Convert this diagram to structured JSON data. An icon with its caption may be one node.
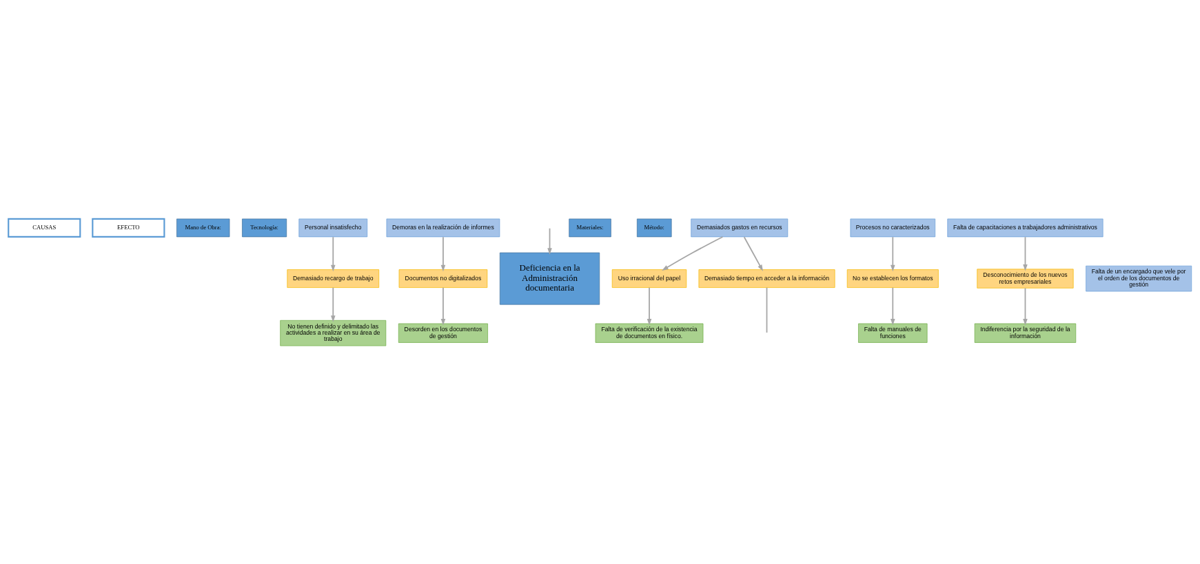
{
  "diagram": {
    "nodes": [
      {
        "text": [
          "CAUSAS"
        ]
      },
      {
        "text": [
          "EFECTO"
        ]
      },
      {
        "text": [
          "Mano de Obra:"
        ]
      },
      {
        "text": [
          "Tecnología:"
        ]
      },
      {
        "text": [
          "Personal insatisfecho"
        ]
      },
      {
        "text": [
          "Demoras en la realización de informes"
        ]
      },
      {
        "text": [
          "Demasiado recargo de trabajo"
        ]
      },
      {
        "text": [
          "Documentos no digitalizados"
        ]
      },
      {
        "text": [
          "No tienen definido y delimitado las actividades a realizar en su área de trabajo"
        ]
      },
      {
        "text": [
          "Desorden en los documentos de gestión"
        ]
      },
      {
        "text": [
          "Deficiencia en la Administración documentaria"
        ]
      },
      {
        "text": [
          "Materiales:"
        ]
      },
      {
        "text": [
          "Método:"
        ]
      },
      {
        "text": [
          "Demasiados gastos en recursos"
        ]
      },
      {
        "text": [
          "Procesos no caracterizados"
        ]
      },
      {
        "text": [
          "Falta de capacitaciones a trabajadores administrativos"
        ]
      },
      {
        "text": [
          "Uso irracional del papel"
        ]
      },
      {
        "text": [
          "No se establecen los formatos"
        ]
      },
      {
        "text": [
          "Desconocimiento de los nuevos retos empresariales"
        ]
      },
      {
        "text": [
          "Falta de verificación de la existencia de documentos en físico."
        ]
      },
      {
        "text": [
          "Falta de manuales de funciones"
        ]
      },
      {
        "text": [
          "Indiferencia por la seguridad de la información"
        ]
      },
      {
        "text": [
          "Demasiado tiempo en acceder a la información"
        ]
      },
      {
        "text": [
          "Falta de un encargado que vele por el orden de los documentos de gestión"
        ]
      }
    ],
    "edges": [
      {
        "from": 4,
        "to": 6,
        "arrow": "to"
      },
      {
        "from": 6,
        "to": 8,
        "arrow": "to"
      },
      {
        "from": 5,
        "to": 7,
        "arrow": "to"
      },
      {
        "from": 7,
        "to": 9,
        "arrow": "to"
      },
      {
        "from": null,
        "to": 10,
        "arrow": "to"
      },
      {
        "from": 13,
        "to": 16,
        "arrow": "to"
      },
      {
        "from": 16,
        "to": 19,
        "arrow": "to"
      },
      {
        "from": 13,
        "to": 22,
        "arrow": "to"
      },
      {
        "from": 22,
        "to": null,
        "arrow": "none"
      },
      {
        "from": 14,
        "to": 17,
        "arrow": "to"
      },
      {
        "from": 17,
        "to": 20,
        "arrow": "to"
      },
      {
        "from": 15,
        "to": 18,
        "arrow": "to"
      },
      {
        "from": 18,
        "to": 21,
        "arrow": "to"
      }
    ]
  }
}
